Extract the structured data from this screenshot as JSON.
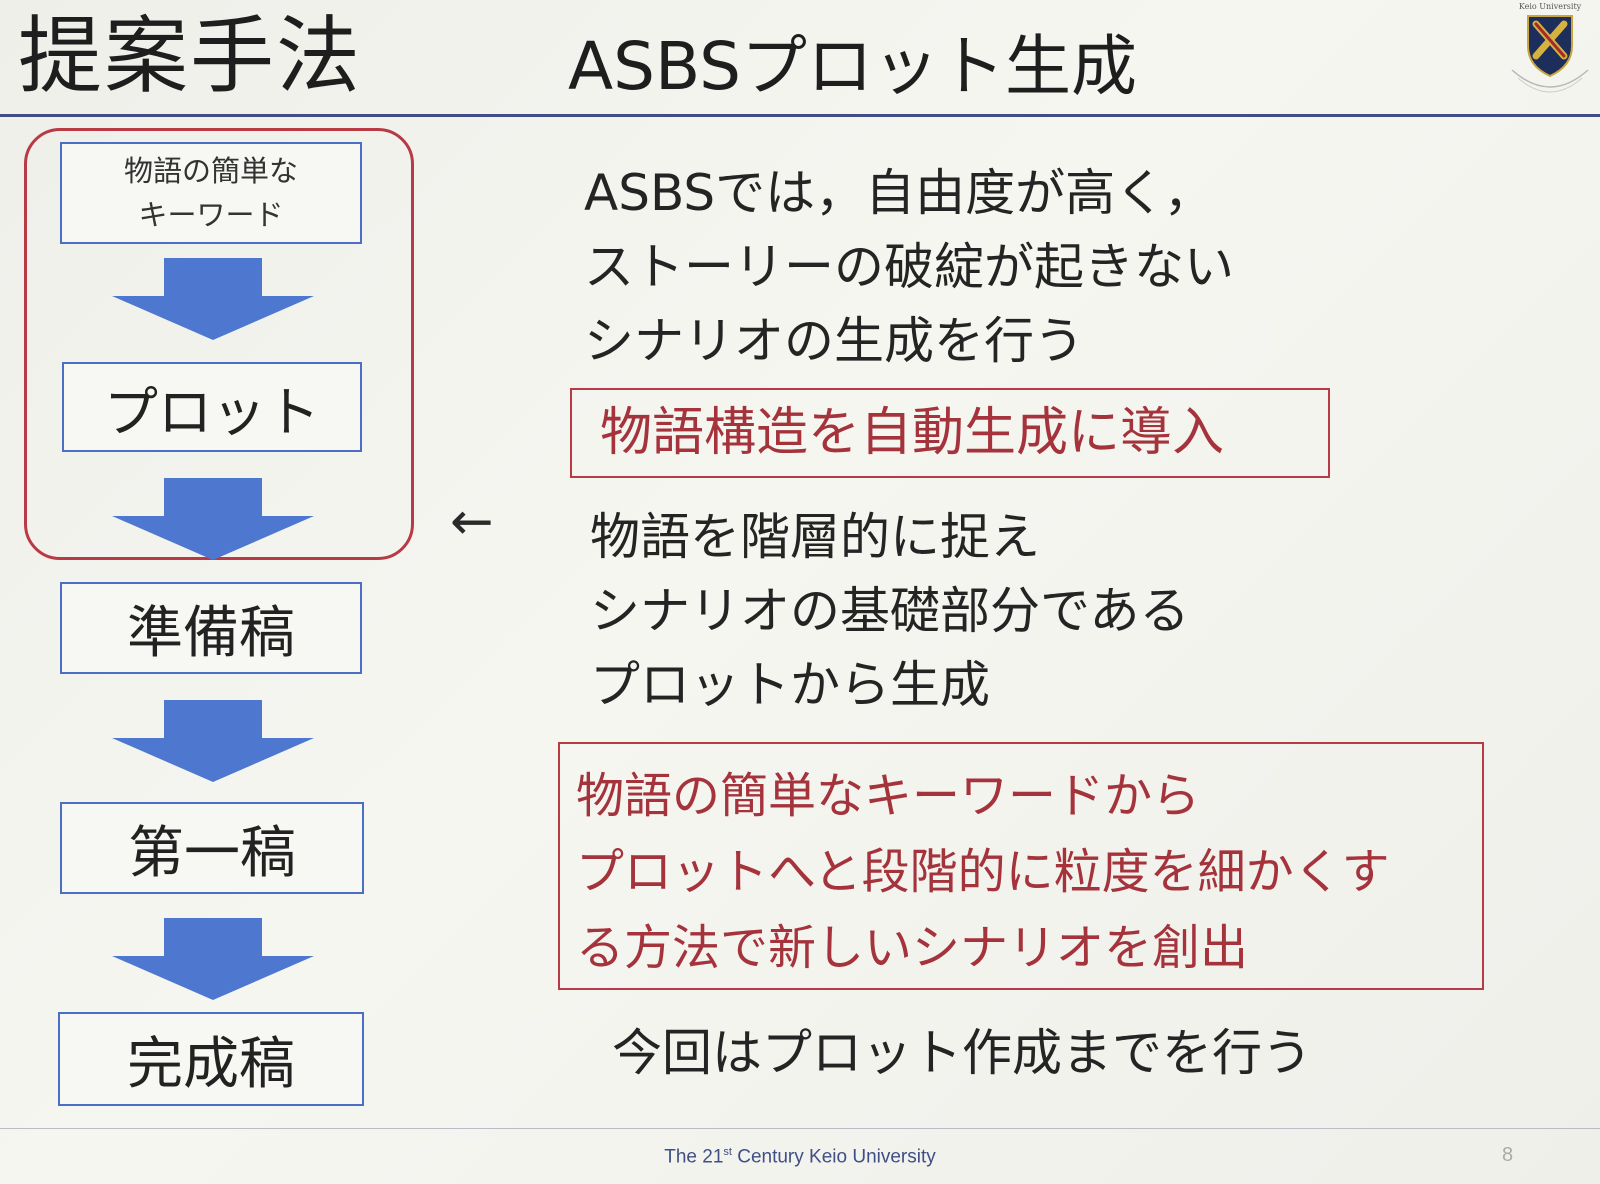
{
  "slide": {
    "title": "提案手法",
    "subtitle": "ASBSプロット生成",
    "logo_caption": "Keio University"
  },
  "flow": {
    "steps": [
      "物語の簡単な\nキーワード",
      "プロット",
      "準備稿",
      "第一稿",
      "完成稿"
    ],
    "highlight_color": "#b83a45",
    "box_color": "#4a6fc4",
    "arrow_color": "#4e78cf"
  },
  "content": {
    "intro": [
      "ASBSでは，自由度が高く，",
      "ストーリーの破綻が起きない",
      "シナリオの生成を行う"
    ],
    "highlight1": "物語構造を自動生成に導入",
    "pointer": "←",
    "detail": [
      "物語を階層的に捉え",
      "シナリオの基礎部分である",
      "プロットから生成"
    ],
    "highlight2": [
      "物語の簡単なキーワードから",
      "プロットへと段階的に粒度を細かくす",
      "る方法で新しいシナリオを創出"
    ],
    "note": "今回はプロット作成までを行う"
  },
  "footer": {
    "text_pre": "The 21",
    "text_sup": "st",
    "text_post": " Century Keio University",
    "page": "8"
  }
}
